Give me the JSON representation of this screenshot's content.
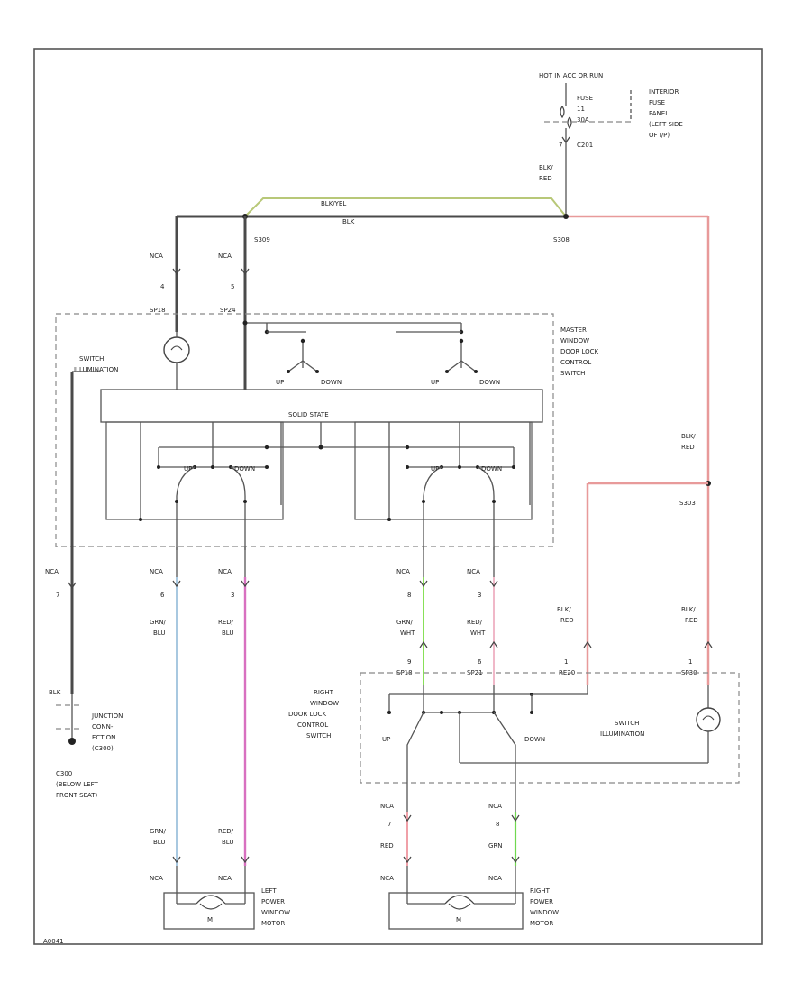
{
  "labels": {
    "hot_source": "HOT IN ACC OR RUN",
    "fuse": "FUSE",
    "fuse_num": "11",
    "fuse_amps": "30A",
    "fuse_panel": [
      "INTERIOR",
      "FUSE",
      "PANEL",
      "(LEFT SIDE",
      "OF I/P)"
    ],
    "c201_pin": "7",
    "c201": "C201",
    "blk_red": [
      "BLK/",
      "RED"
    ],
    "top_wire_1": "BLK/YEL",
    "top_wire_2": "BLK",
    "s1": "S309",
    "s2": "S308",
    "s3": "S303",
    "nca": "NCA",
    "lp_pin4": "4",
    "lp_pin5": "5",
    "sw_pin_1": "SP18",
    "sw_pin_2": "SP24",
    "master_sw": [
      "MASTER",
      "WINDOW",
      "DOOR LOCK",
      "CONTROL",
      "SWITCH"
    ],
    "switch_illum": [
      "SWITCH",
      "ILLUMINATION"
    ],
    "up": "UP",
    "down": "DOWN",
    "solid_state": "SOLID STATE",
    "lft_pin7": "7",
    "blk": "BLK",
    "junction": [
      "JUNCTION",
      "CONN-",
      "ECTION",
      "(C300)"
    ],
    "c300": [
      "C300",
      "(BELOW LEFT",
      "FRONT SEAT)"
    ],
    "pin_6": "6",
    "pin_3": "3",
    "pin_8": "8",
    "pin_9": "9",
    "pin_1": "1",
    "grn_blu": [
      "GRN/",
      "BLU"
    ],
    "red_blu": [
      "RED/",
      "BLU"
    ],
    "grn_wht": [
      "GRN/",
      "WHT"
    ],
    "red_wht": [
      "RED/",
      "WHT"
    ],
    "right_sw": [
      "RIGHT",
      "WINDOW",
      "DOOR LOCK",
      "CONTROL",
      "SWITCH"
    ],
    "rs_pins": [
      "SP18",
      "SP21",
      "RE20",
      "SP30"
    ],
    "motor_pins": [
      "NCA",
      "NCA",
      "NCA",
      "NCA"
    ],
    "red": "RED",
    "grn": "GRN",
    "right_motor_pins": [
      "7",
      "8"
    ],
    "m": "M",
    "left_motor": [
      "LEFT",
      "POWER",
      "WINDOW",
      "MOTOR"
    ],
    "right_motor": [
      "RIGHT",
      "POWER",
      "WINDOW",
      "MOTOR"
    ],
    "code": "A0041"
  },
  "colors": {
    "blk_wire": "#4a4a4a",
    "blk_red_wire": "#e89a9a",
    "yel_wire": "#b8c878",
    "grn_blu_wire": "#a8c8e0",
    "red_blu_wire": "#d870c0",
    "grn_wht_wire": "#88e058",
    "red_wht_wire": "#f0b8c8",
    "red_wire": "#f0a0a8",
    "grn_wire": "#70d850"
  }
}
